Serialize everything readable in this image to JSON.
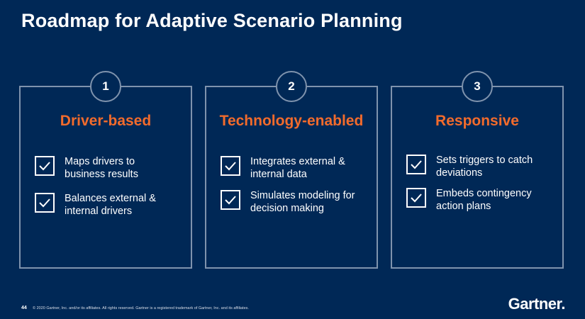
{
  "title": "Roadmap for Adaptive Scenario Planning",
  "cards": [
    {
      "number": "1",
      "heading": "Driver-based",
      "items": [
        "Maps drivers to business results",
        "Balances external & internal drivers"
      ]
    },
    {
      "number": "2",
      "heading": "Technology-enabled",
      "items": [
        "Integrates external & internal data",
        "Simulates modeling for decision making"
      ]
    },
    {
      "number": "3",
      "heading": "Responsive",
      "items": [
        "Sets triggers to catch deviations",
        "Embeds contingency action plans"
      ]
    }
  ],
  "footer": {
    "page_number": "44",
    "copyright": "© 2020 Gartner, Inc. and/or its affiliates. All rights reserved. Gartner is a registered trademark of Gartner, Inc. and its affiliates."
  },
  "logo": "Gartner",
  "colors": {
    "background": "#002856",
    "accent": "#f26b2c",
    "border": "#7f93ad"
  }
}
